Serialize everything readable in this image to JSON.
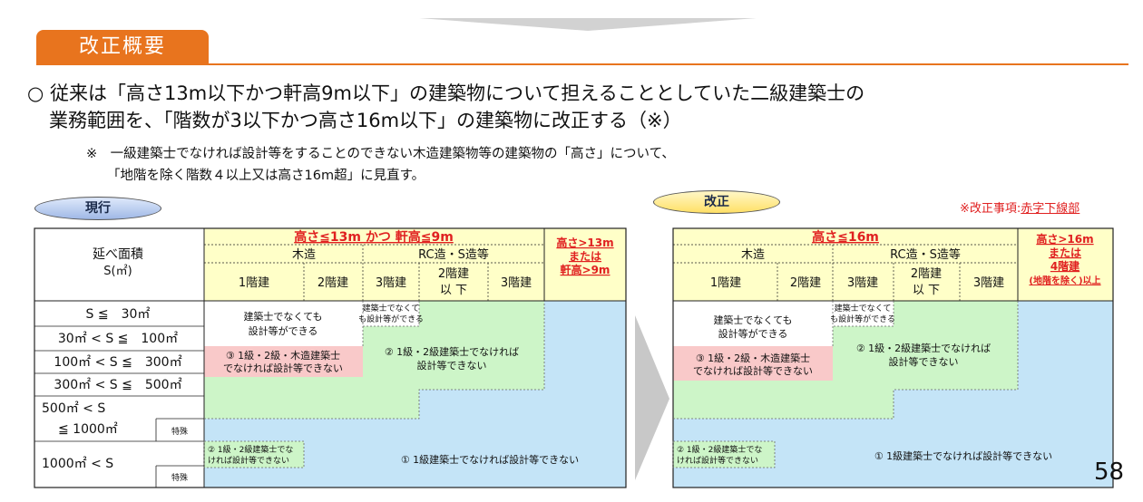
{
  "section": {
    "tab_label": "改正概要"
  },
  "summary": {
    "line1": "○ 従来は「高さ13m以下かつ軒高9m以下」の建築物について担えることとしていた二級建築士の",
    "line2": "業務範囲を、「階数が3以下かつ高さ16m以下」の建築物に改正する（※）",
    "note_line1": "※　一級建築士でなければ設計等をすることのできない木造建築物等の建築物の「高さ」について、",
    "note_line2": "「地階を除く階数４以上又は高さ16m超」に見直す。"
  },
  "labels": {
    "current": "現行",
    "revised": "改正",
    "legend_prefix": "※改正事項:",
    "legend_emph": "赤字下線部"
  },
  "table_current": {
    "area_header_line1": "延べ面積",
    "area_header_line2": "S(㎡)",
    "height_header": "高さ≦13m かつ 軒高≦9m",
    "wood": "木造",
    "rc": "RC造・S造等",
    "story1": "1階建",
    "story2": "2階建",
    "story3": "3階建",
    "rc_story_low_line1": "2階建",
    "rc_story_low_line2": "以 下",
    "rc_story3": "3階建",
    "tall_header_line1": "高さ>13m",
    "tall_header_line2": "または",
    "tall_header_line3": "軒高>9m"
  },
  "table_revised": {
    "height_header": "高さ≦16m",
    "wood": "木造",
    "rc": "RC造・S造等",
    "story1": "1階建",
    "story2": "2階建",
    "story3": "3階建",
    "rc_story_low_line1": "2階建",
    "rc_story_low_line2": "以 下",
    "rc_story3": "3階建",
    "tall_header_line1": "高さ>16m",
    "tall_header_line2": "または",
    "tall_header_line3": "4階建",
    "tall_header_line4": "(地階を除く)以上"
  },
  "rows": {
    "r1": "S ≦　30㎡",
    "r2": "30㎡ < S ≦　100㎡",
    "r3": "100㎡ < S ≦　300㎡",
    "r4": "300㎡ < S ≦　500㎡",
    "r5_line1": "500㎡ < S",
    "r5_line2": "≦ 1000㎡",
    "r6": "1000㎡ < S",
    "special": "特殊"
  },
  "zones": {
    "no_architect_line1": "建築士でなくても",
    "no_architect_line2": "設計等ができる",
    "small_no_architect_line1": "建築士でなくて",
    "small_no_architect_line2": "も設計等ができる",
    "class123_line1": "③ 1級・2級・木造建築士",
    "class123_line2": "でなければ設計等できない",
    "class12_line1": "② 1級・2級建築士でなければ",
    "class12_line2": "設計等できない",
    "class12_small_line1": "② 1級・2級建築士でな",
    "class12_small_line2": "ければ設計等できない",
    "class1": "① 1級建築士でなければ設計等できない"
  },
  "colors": {
    "accent_orange": "#e8741e",
    "header_yellow": "#ffffc8",
    "zone_white": "#ffffff",
    "zone_pink": "#f9c9c9",
    "zone_green": "#cdf5c8",
    "zone_blue": "#c4e4f7",
    "emphasis_red": "#e02020"
  },
  "page": {
    "number": "58"
  }
}
